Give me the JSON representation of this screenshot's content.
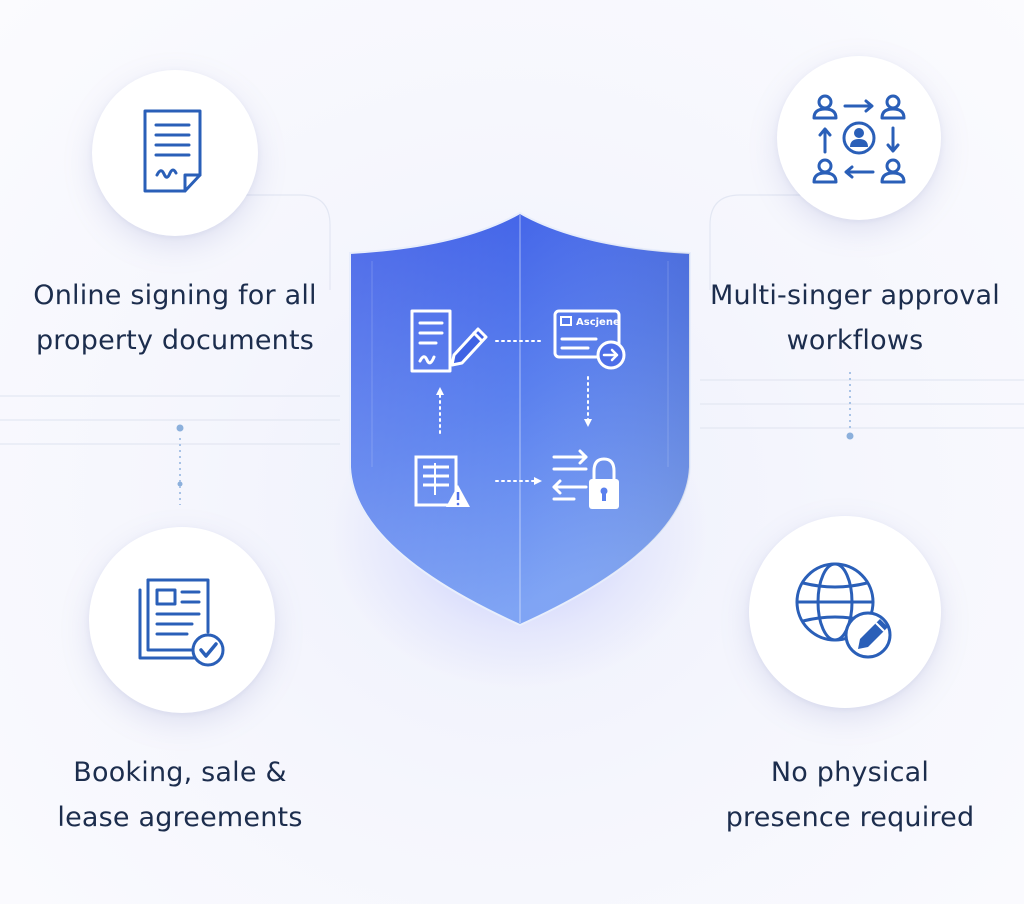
{
  "features": [
    {
      "id": "online-signing",
      "icon": "signed-document-icon",
      "lines": [
        "Online signing for all",
        "property documents"
      ]
    },
    {
      "id": "multi-signer",
      "icon": "approval-workflow-icon",
      "lines": [
        "Multi-singer approval",
        "workflows"
      ]
    },
    {
      "id": "agreements",
      "icon": "approved-agreement-icon",
      "lines": [
        "Booking, sale &",
        "lease agreements"
      ]
    },
    {
      "id": "no-presence",
      "icon": "globe-edit-icon",
      "lines": [
        "No physical",
        "presence required"
      ]
    }
  ],
  "shield": {
    "icon": "shield-icon",
    "card_label": "Ascjene",
    "steps": [
      "sign-document-icon",
      "id-card-forward-icon",
      "transfer-lock-icon",
      "document-warning-icon"
    ]
  },
  "colors": {
    "icon_blue": "#2a5fb8",
    "shield_top": "#3b5ae6",
    "shield_bottom": "#7fa4f4",
    "text": "#1c2d4d",
    "connector": "#8cb0dc"
  }
}
